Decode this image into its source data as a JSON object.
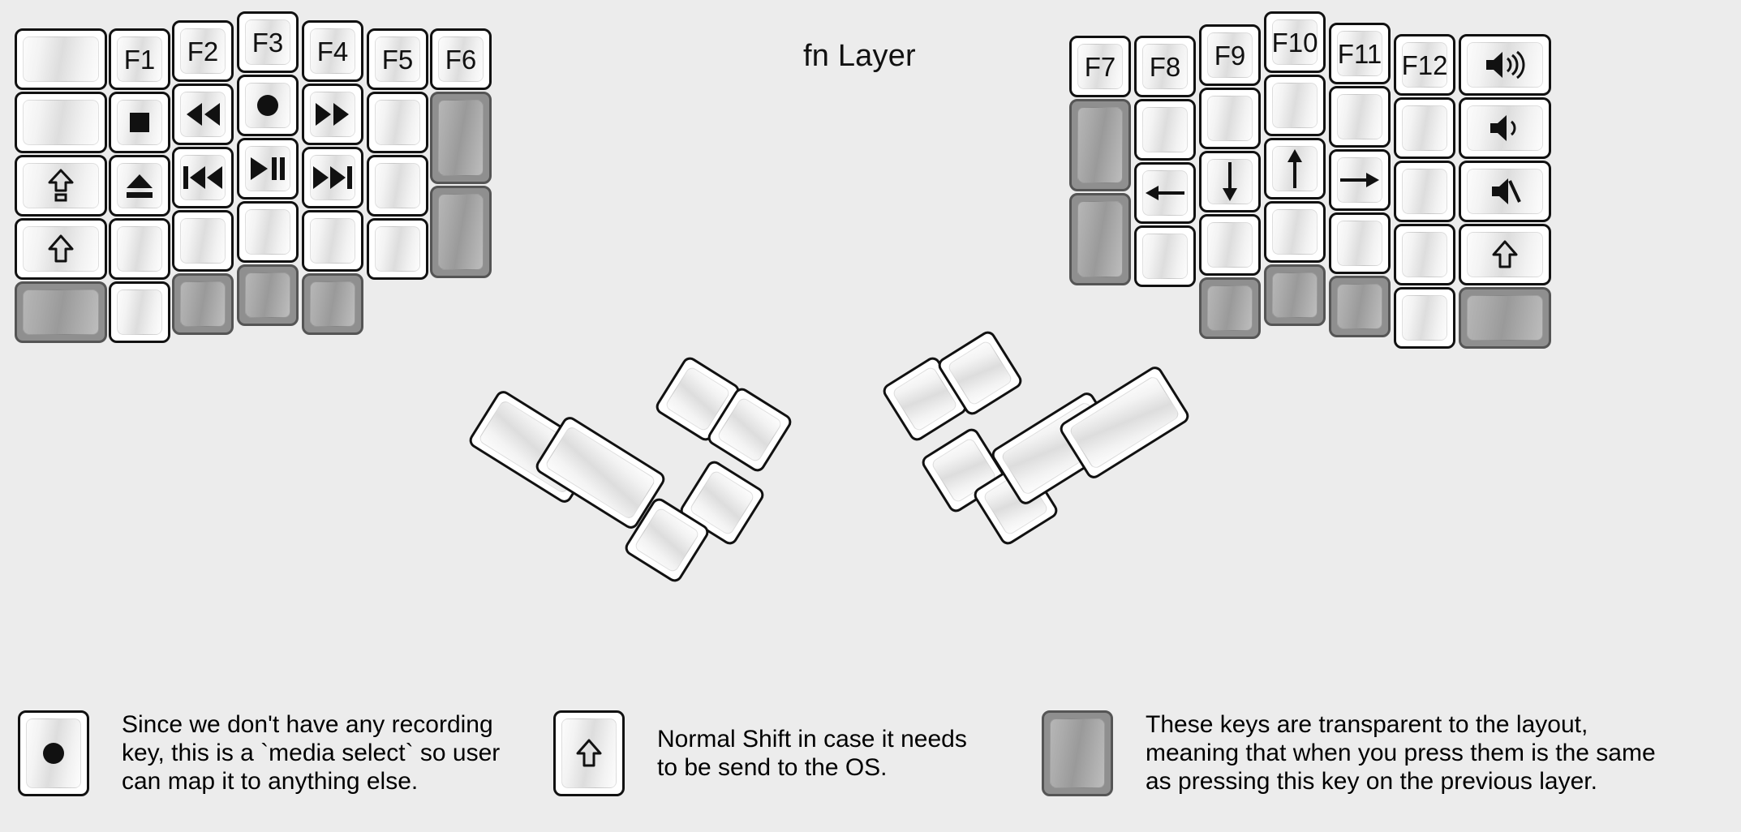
{
  "page": {
    "title": "fn Layer",
    "background": "#ececec",
    "key_fill": "#ffffff",
    "key_border": "#111111",
    "transparent_key_fill": "#9a9a9a"
  },
  "legend": [
    {
      "id": "media-select",
      "key_icon": "record-icon",
      "text": "Since we don't have any recording\nkey, this is a `media select` so user\ncan map it to anything else."
    },
    {
      "id": "normal-shift",
      "key_icon": "shift-arrow-icon",
      "text": "Normal Shift in case it needs\nto be send to the OS."
    },
    {
      "id": "transparent",
      "key_icon": "blank-transparent-icon",
      "text": "These keys are transparent to the layout,\nmeaning that when you press them is the same\nas pressing this key on the previous layer."
    }
  ],
  "left_half": {
    "columns": [
      {
        "name": "pinky-outer",
        "keys": [
          {
            "label": "",
            "icon": "",
            "style": "normal"
          },
          {
            "label": "",
            "icon": "",
            "style": "normal"
          },
          {
            "label": "",
            "icon": "caps-lock-icon",
            "style": "normal"
          },
          {
            "label": "",
            "icon": "shift-arrow-icon",
            "style": "normal"
          },
          {
            "label": "",
            "icon": "",
            "style": "transparent"
          }
        ]
      },
      {
        "name": "pinky",
        "keys": [
          {
            "label": "F1",
            "icon": "",
            "style": "normal"
          },
          {
            "label": "",
            "icon": "stop-icon",
            "style": "normal"
          },
          {
            "label": "",
            "icon": "eject-icon",
            "style": "normal"
          },
          {
            "label": "",
            "icon": "",
            "style": "normal"
          },
          {
            "label": "",
            "icon": "",
            "style": "normal"
          }
        ]
      },
      {
        "name": "ring",
        "keys": [
          {
            "label": "F2",
            "icon": "",
            "style": "normal"
          },
          {
            "label": "",
            "icon": "rewind-icon",
            "style": "normal"
          },
          {
            "label": "",
            "icon": "prev-track-icon",
            "style": "normal"
          },
          {
            "label": "",
            "icon": "",
            "style": "normal"
          },
          {
            "label": "",
            "icon": "",
            "style": "transparent"
          }
        ]
      },
      {
        "name": "middle",
        "keys": [
          {
            "label": "F3",
            "icon": "",
            "style": "normal"
          },
          {
            "label": "",
            "icon": "record-icon",
            "style": "normal"
          },
          {
            "label": "",
            "icon": "play-pause-icon",
            "style": "normal"
          },
          {
            "label": "",
            "icon": "",
            "style": "normal"
          },
          {
            "label": "",
            "icon": "",
            "style": "transparent"
          }
        ]
      },
      {
        "name": "index",
        "keys": [
          {
            "label": "F4",
            "icon": "",
            "style": "normal"
          },
          {
            "label": "",
            "icon": "fast-forward-icon",
            "style": "normal"
          },
          {
            "label": "",
            "icon": "next-track-icon",
            "style": "normal"
          },
          {
            "label": "",
            "icon": "",
            "style": "normal"
          },
          {
            "label": "",
            "icon": "",
            "style": "transparent"
          }
        ]
      },
      {
        "name": "inner",
        "keys": [
          {
            "label": "F5",
            "icon": "",
            "style": "normal"
          },
          {
            "label": "",
            "icon": "",
            "style": "normal"
          },
          {
            "label": "",
            "icon": "",
            "style": "normal"
          },
          {
            "label": "",
            "icon": "",
            "style": "normal"
          }
        ]
      },
      {
        "name": "inner-most",
        "keys": [
          {
            "label": "F6",
            "icon": "",
            "style": "normal"
          },
          {
            "label": "",
            "icon": "",
            "style": "transparent"
          },
          {
            "label": "",
            "icon": "",
            "style": "transparent"
          }
        ]
      }
    ],
    "thumb_cluster": [
      {
        "name": "thumb-1",
        "style": "normal"
      },
      {
        "name": "thumb-2",
        "style": "normal"
      },
      {
        "name": "thumb-3",
        "style": "normal"
      },
      {
        "name": "thumb-4",
        "style": "normal"
      },
      {
        "name": "thumb-5",
        "style": "normal"
      },
      {
        "name": "thumb-6",
        "style": "normal"
      }
    ]
  },
  "right_half": {
    "columns": [
      {
        "name": "inner-most",
        "keys": [
          {
            "label": "F7",
            "icon": "",
            "style": "normal"
          },
          {
            "label": "",
            "icon": "",
            "style": "transparent"
          },
          {
            "label": "",
            "icon": "",
            "style": "transparent"
          }
        ]
      },
      {
        "name": "inner",
        "keys": [
          {
            "label": "F8",
            "icon": "",
            "style": "normal"
          },
          {
            "label": "",
            "icon": "",
            "style": "normal"
          },
          {
            "label": "",
            "icon": "arrow-left-icon",
            "style": "normal"
          },
          {
            "label": "",
            "icon": "",
            "style": "normal"
          }
        ]
      },
      {
        "name": "index",
        "keys": [
          {
            "label": "F9",
            "icon": "",
            "style": "normal"
          },
          {
            "label": "",
            "icon": "",
            "style": "normal"
          },
          {
            "label": "",
            "icon": "arrow-down-icon",
            "style": "normal"
          },
          {
            "label": "",
            "icon": "",
            "style": "normal"
          },
          {
            "label": "",
            "icon": "",
            "style": "transparent"
          }
        ]
      },
      {
        "name": "middle",
        "keys": [
          {
            "label": "F10",
            "icon": "",
            "style": "normal"
          },
          {
            "label": "",
            "icon": "",
            "style": "normal"
          },
          {
            "label": "",
            "icon": "arrow-up-icon",
            "style": "normal"
          },
          {
            "label": "",
            "icon": "",
            "style": "normal"
          },
          {
            "label": "",
            "icon": "",
            "style": "transparent"
          }
        ]
      },
      {
        "name": "ring",
        "keys": [
          {
            "label": "F11",
            "icon": "",
            "style": "normal"
          },
          {
            "label": "",
            "icon": "",
            "style": "normal"
          },
          {
            "label": "",
            "icon": "arrow-right-icon",
            "style": "normal"
          },
          {
            "label": "",
            "icon": "",
            "style": "normal"
          },
          {
            "label": "",
            "icon": "",
            "style": "transparent"
          }
        ]
      },
      {
        "name": "pinky",
        "keys": [
          {
            "label": "F12",
            "icon": "",
            "style": "normal"
          },
          {
            "label": "",
            "icon": "",
            "style": "normal"
          },
          {
            "label": "",
            "icon": "",
            "style": "normal"
          },
          {
            "label": "",
            "icon": "",
            "style": "normal"
          },
          {
            "label": "",
            "icon": "",
            "style": "normal"
          }
        ]
      },
      {
        "name": "pinky-outer",
        "keys": [
          {
            "label": "",
            "icon": "volume-up-icon",
            "style": "normal"
          },
          {
            "label": "",
            "icon": "volume-down-icon",
            "style": "normal"
          },
          {
            "label": "",
            "icon": "volume-mute-icon",
            "style": "normal"
          },
          {
            "label": "",
            "icon": "shift-arrow-icon",
            "style": "normal"
          },
          {
            "label": "",
            "icon": "",
            "style": "transparent"
          }
        ]
      }
    ],
    "thumb_cluster": [
      {
        "name": "thumb-1",
        "style": "normal"
      },
      {
        "name": "thumb-2",
        "style": "normal"
      },
      {
        "name": "thumb-3",
        "style": "normal"
      },
      {
        "name": "thumb-4",
        "style": "normal"
      },
      {
        "name": "thumb-5",
        "style": "normal"
      },
      {
        "name": "thumb-6",
        "style": "normal"
      }
    ]
  }
}
